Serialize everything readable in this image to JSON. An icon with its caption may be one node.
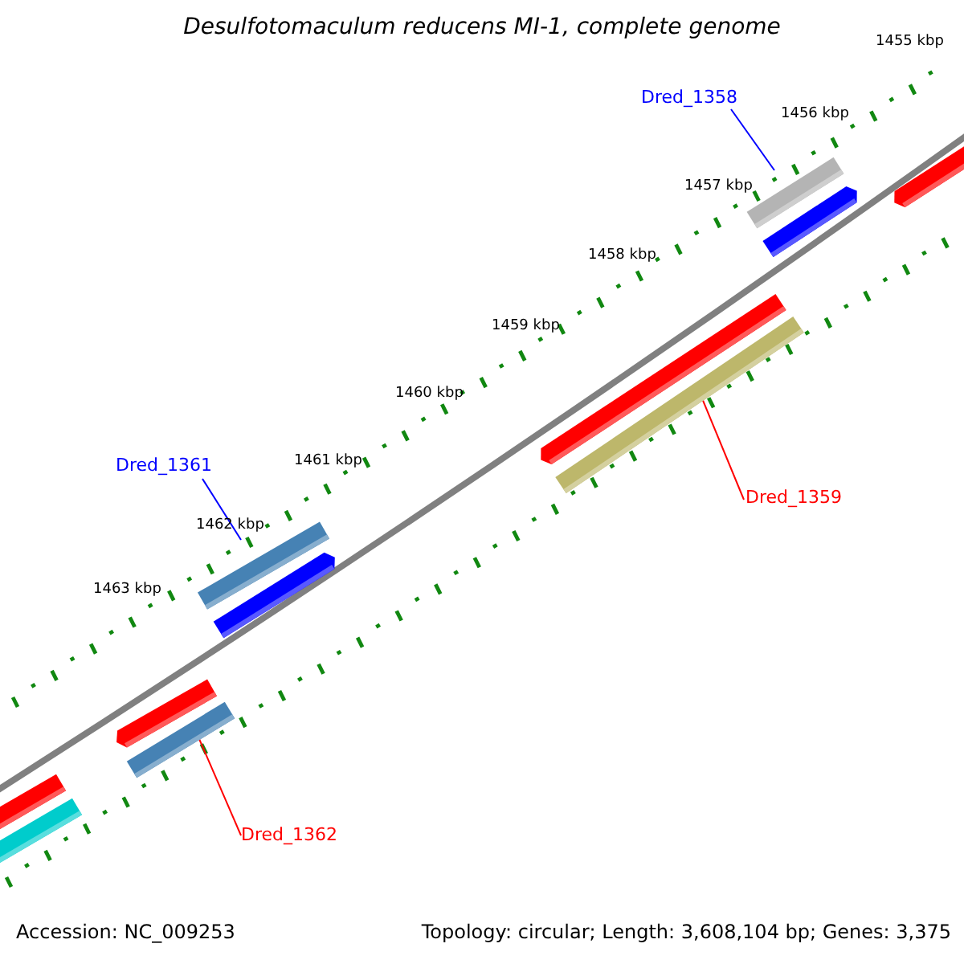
{
  "diagram": {
    "title": "Desulfotomaculum reducens MI-1, complete genome",
    "nodes": [
      {
        "text": [
          "Dred_1358"
        ]
      },
      {
        "text": [],
        "shape": "bar"
      },
      {
        "text": [
          "Dred_1361"
        ]
      },
      {
        "text": [],
        "shape": "bar"
      },
      {
        "text": [
          "Dred_1359"
        ]
      },
      {
        "text": [],
        "shape": "bar"
      },
      {
        "text": [
          "Dred_1362"
        ]
      },
      {
        "text": [],
        "shape": "bar"
      },
      {
        "text": [],
        "shape": "bar"
      },
      {
        "text": [],
        "shape": "bar"
      },
      {
        "text": [],
        "shape": "bar"
      },
      {
        "text": [],
        "shape": "bar"
      },
      {
        "text": [],
        "shape": "bar"
      },
      {
        "text": [],
        "shape": "bar"
      },
      {
        "text": [],
        "shape": "bar"
      }
    ],
    "edges": [
      {
        "from": 0,
        "to": 1,
        "arrow": "none",
        "color": "#0000ff"
      },
      {
        "from": 2,
        "to": 3,
        "arrow": "none",
        "color": "#0000ff"
      },
      {
        "from": 4,
        "to": 5,
        "arrow": "none",
        "color": "#ff0000"
      },
      {
        "from": 6,
        "to": 7,
        "arrow": "none",
        "color": "#ff0000"
      }
    ],
    "labels": [
      "1455 kbp",
      "1456 kbp",
      "1457 kbp",
      "1458 kbp",
      "1459 kbp",
      "1460 kbp",
      "1461 kbp",
      "1462 kbp",
      "1463 kbp",
      "Accession: NC_009253",
      "Topology: circular; Length: 3,608,104 bp; Genes: 3,375"
    ]
  }
}
